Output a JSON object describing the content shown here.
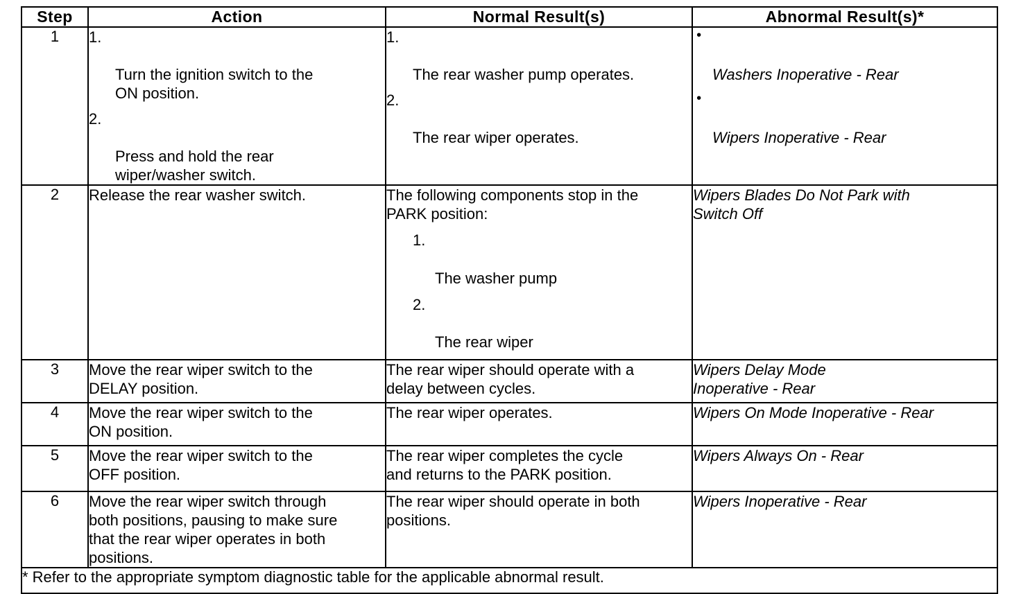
{
  "table": {
    "headers": [
      {
        "key": "step",
        "label": "Step"
      },
      {
        "key": "action",
        "label": "Action"
      },
      {
        "key": "normal",
        "label": "Normal Result(s)"
      },
      {
        "key": "abnormal",
        "label": "Abnormal Result(s)*"
      }
    ],
    "rows": [
      {
        "step": "1",
        "action_items": [
          {
            "marker": "1.",
            "text": "Turn the ignition switch to the\nON position."
          },
          {
            "marker": "2.",
            "text": "Press and hold the rear\nwiper/washer switch."
          }
        ],
        "normal_items": [
          {
            "marker": "1.",
            "text": "The rear washer pump operates."
          },
          {
            "marker": "2.",
            "text": "The rear wiper operates."
          }
        ],
        "abnormal_bullets": [
          "Washers Inoperative - Rear",
          "Wipers Inoperative - Rear"
        ]
      },
      {
        "step": "2",
        "action_text": "Release the rear washer switch.",
        "normal_intro": "The following components stop in the\nPARK position:",
        "normal_items": [
          {
            "marker": "1.",
            "text": "The washer pump"
          },
          {
            "marker": "2.",
            "text": "The rear wiper"
          }
        ],
        "abnormal_text": "Wipers Blades Do Not Park with\nSwitch Off"
      },
      {
        "step": "3",
        "action_text": "Move the rear wiper switch to the\nDELAY position.",
        "normal_text": "The rear wiper should operate with a\ndelay between cycles.",
        "abnormal_text": "Wipers Delay Mode\nInoperative - Rear"
      },
      {
        "step": "4",
        "action_text": "Move the rear wiper switch to the\nON position.",
        "normal_text": "The rear wiper operates.",
        "abnormal_text": "Wipers On Mode Inoperative - Rear"
      },
      {
        "step": "5",
        "action_text": "Move the rear wiper switch to the\nOFF position.",
        "normal_text": "The rear wiper completes the cycle\nand returns to the PARK position.",
        "abnormal_text": "Wipers Always On - Rear"
      },
      {
        "step": "6",
        "action_text": "Move the rear wiper switch through\nboth positions, pausing to make sure\nthat the rear wiper operates in both\npositions.",
        "normal_text": "The rear wiper should operate in both\npositions.",
        "abnormal_text": "Wipers Inoperative - Rear"
      }
    ],
    "footnote": "* Refer to the appropriate symptom diagnostic table for the applicable abnormal result.",
    "bullet_glyph": "•"
  },
  "colors": {
    "border": "#000000",
    "text": "#000000",
    "background": "#ffffff"
  }
}
